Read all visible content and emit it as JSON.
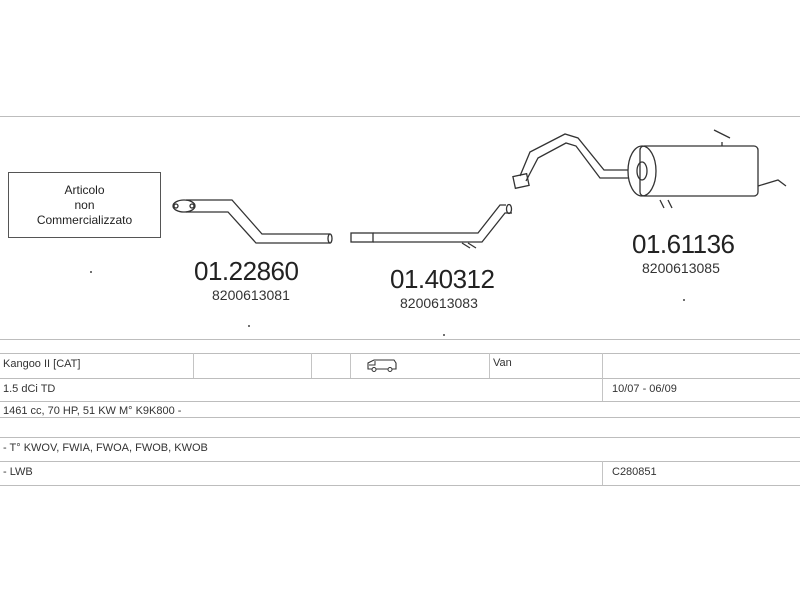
{
  "note": {
    "line1": "Articolo",
    "line2": "non",
    "line3": "Commercializzato"
  },
  "parts": [
    {
      "code": "01.22860",
      "oem": "8200613081"
    },
    {
      "code": "01.40312",
      "oem": "8200613083"
    },
    {
      "code": "01.61136",
      "oem": "8200613085"
    }
  ],
  "table": {
    "model": "Kangoo II [CAT]",
    "body_type_icon": "van-icon",
    "body_type": "Van",
    "engine": "1.5 dCi TD",
    "period": "10/07 - 06/09",
    "engine_details": "1461 cc, 70 HP, 51 KW M° K9K800 -",
    "type_codes": "- T° KWOV, FWIA, FWOA, FWOB, KWOB",
    "variant": "- LWB",
    "reference": "C280851"
  }
}
